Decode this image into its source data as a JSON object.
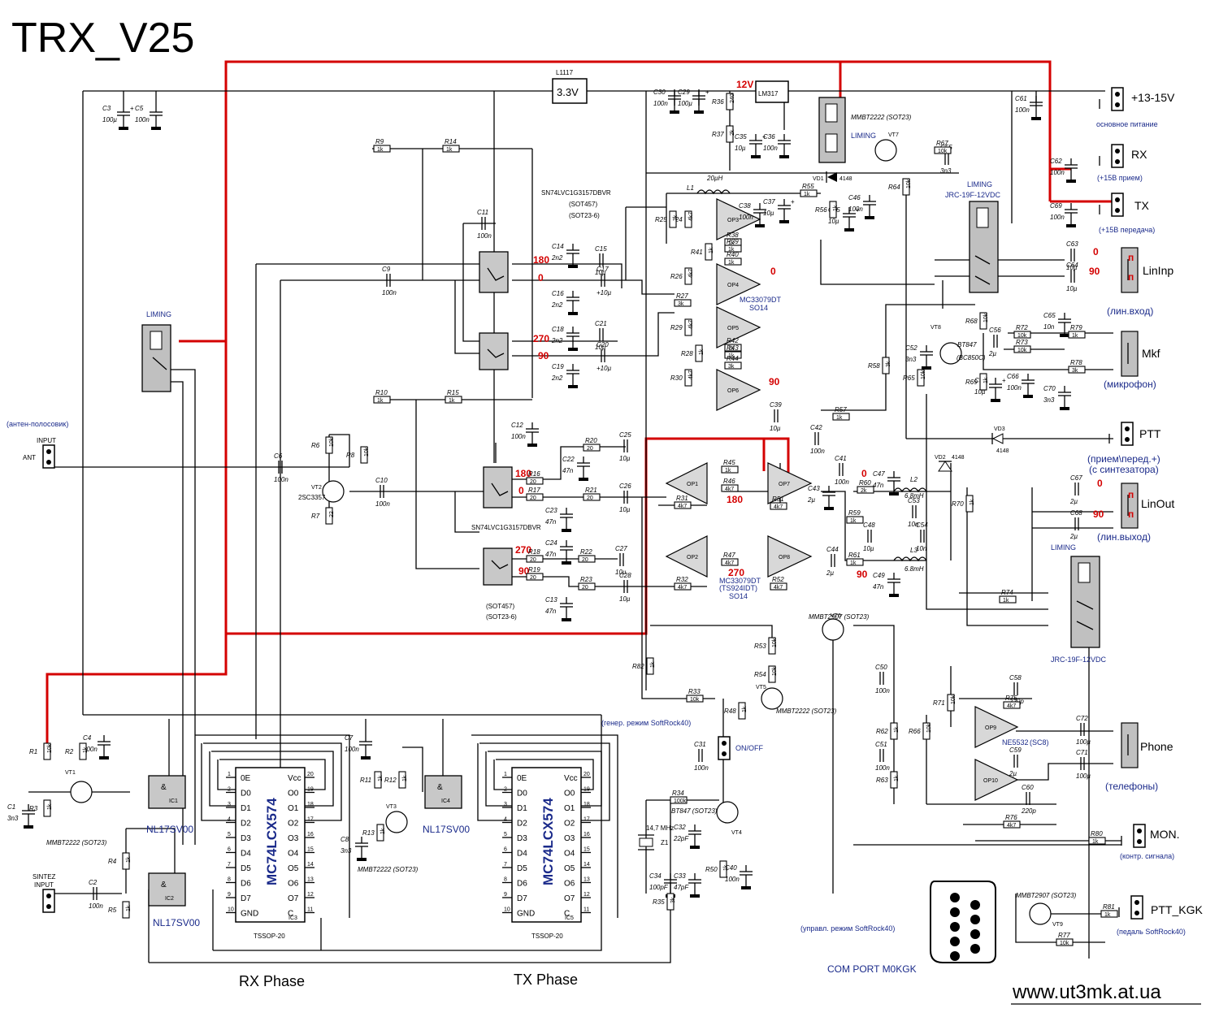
{
  "title": "TRX_V25",
  "website": "www.ut3mk.at.ua",
  "bottom_labels": {
    "rx_phase": "RX Phase",
    "tx_phase": "TX Phase",
    "com_port": "COM PORT M0KGK"
  },
  "ics": {
    "ic3": {
      "name": "MC74LCX574",
      "ref": "IC3",
      "pkg": "TSSOP-20"
    },
    "ic5": {
      "name": "MC74LCX574",
      "ref": "IC5",
      "pkg": "TSSOP-20"
    },
    "ic1": {
      "ref": "IC1",
      "part": "NL17SV00"
    },
    "ic2": {
      "ref": "IC2",
      "part": "NL17SV00"
    },
    "ic4": {
      "ref": "IC4",
      "part": "NL17SV00"
    }
  },
  "latch_left_pins": [
    "0E",
    "D0",
    "D1",
    "D2",
    "D3",
    "D4",
    "D5",
    "D6",
    "D7",
    "GND"
  ],
  "latch_right_pins": [
    "Vcc",
    "O0",
    "O1",
    "O2",
    "O3",
    "O4",
    "O5",
    "O6",
    "O7",
    "C"
  ],
  "latch_left_nums": [
    "1",
    "2",
    "3",
    "4",
    "5",
    "6",
    "7",
    "8",
    "9",
    "10"
  ],
  "latch_right_nums": [
    "20",
    "19",
    "18",
    "17",
    "16",
    "15",
    "14",
    "13",
    "12",
    "11"
  ],
  "parts": {
    "reg_l1117": "L1117",
    "reg_3v3": "3.3V",
    "reg_lm317": "LM317",
    "v12": "12V",
    "mux_top": "SN74LVC1G3157DBVR",
    "mux_top_pkg1": "(SOT457)",
    "mux_top_pkg2": "(SOT23-6)",
    "mux_mid": "SN74LVC1G3157DBVR",
    "mux_bot_pkg1": "(SOT457)",
    "mux_bot_pkg2": "(SOT23-6)",
    "liming": "LIMING",
    "jrc_relay": "JRC-19F-12VDC",
    "mc33079_1": "MC33079DT",
    "so14": "SO14",
    "mc33079_2": "MC33079DT",
    "ts924": "(TS924IDT)",
    "ne5532": "NE5532",
    "sc8": "(SC8)",
    "mmbt2222": "MMBT2222 (SOT23)",
    "mmbt2907": "MMBT2907 (SOT23)",
    "bt847": "BT847",
    "bc850": "(BC850C)",
    "bt847_sot": "BT847 (SOT23)",
    "sc3357": "2SC3357",
    "crystal": "14,7 MHz",
    "crystal_ref": "Z1",
    "l1_val": "20µH",
    "l2_val": "6.8mH",
    "l3_val": "6.8mH",
    "d4148": "4148"
  },
  "phase": {
    "p180a": "180",
    "p0a": "0",
    "p270a": "270",
    "p90a": "90",
    "p0b": "0",
    "p90b": "90",
    "p180b": "180",
    "p0c": "0",
    "p270b": "270",
    "p90c": "90",
    "p180c": "180",
    "p270c": "270",
    "p90d": "90",
    "p0d": "0",
    "p90e": "90",
    "p0e": "0",
    "p90f": "90",
    "p0f": "0",
    "p90g": "90"
  },
  "connectors": [
    {
      "id": "vcc",
      "label": "+13-15V",
      "desc": "основное питание"
    },
    {
      "id": "rx",
      "label": "RX",
      "desc": "(+15В прием)"
    },
    {
      "id": "tx",
      "label": "TX",
      "desc": "(+15В передача)"
    },
    {
      "id": "lininp",
      "label": "LinInp",
      "desc": "(лин.вход)"
    },
    {
      "id": "mkf",
      "label": "Mkf",
      "desc": "(микрофон)"
    },
    {
      "id": "ptt",
      "label": "PTT",
      "desc": "(прием\\перед.+)"
    },
    {
      "id": "ptt2",
      "label": "",
      "desc": "(с синтезатора)"
    },
    {
      "id": "linout",
      "label": "LinOut",
      "desc": "(лин.выход)"
    },
    {
      "id": "phone",
      "label": "Phone",
      "desc": "(телефоны)"
    },
    {
      "id": "mon",
      "label": "MON.",
      "desc": "(контр. сигнала)"
    },
    {
      "id": "pttkgk",
      "label": "PTT_KGK",
      "desc": "(педаль SoftRock40)"
    }
  ],
  "left_labels": {
    "antenna_desc": "(антен-полосовик)",
    "input": "INPUT",
    "ant": "ANT",
    "sintez1": "SINTEZ",
    "sintez2": "INPUT",
    "gen_mode": "(генер. режим SoftRock40)",
    "onoff": "ON/OFF",
    "ctrl_mode": "(управл. режим SoftRock40)"
  },
  "pin_letters": {
    "l1": "п",
    "l2": "п",
    "l3": "п",
    "l4": "п"
  },
  "cap_labels": [
    [
      "C3",
      "100µ"
    ],
    [
      "C5",
      "100n"
    ],
    [
      "C30",
      "100n"
    ],
    [
      "C29",
      "100µ"
    ],
    [
      "C35",
      "10µ"
    ],
    [
      "C36",
      "100n"
    ],
    [
      "C61",
      "100n"
    ],
    [
      "C62",
      "100n"
    ],
    [
      "C55",
      "3n3"
    ],
    [
      "C69",
      "100n"
    ],
    [
      "C11",
      "100n"
    ],
    [
      "C9",
      "100n"
    ],
    [
      "C14",
      "2n2"
    ],
    [
      "C15",
      "10µ"
    ],
    [
      "C16",
      "2n2"
    ],
    [
      "C17",
      "+10µ"
    ],
    [
      "C18",
      "2n2"
    ],
    [
      "C21",
      "10µ"
    ],
    [
      "C19",
      "2n2"
    ],
    [
      "C20",
      "+10µ"
    ],
    [
      "C38",
      "100n"
    ],
    [
      "C37",
      "10µ"
    ],
    [
      "C45",
      "10µ"
    ],
    [
      "C46",
      "100n"
    ],
    [
      "C63",
      "10µ"
    ],
    [
      "C64",
      "10µ"
    ],
    [
      "C65",
      "10n"
    ],
    [
      "C56",
      "2µ"
    ],
    [
      "C52",
      "3n3"
    ],
    [
      "C57",
      "10µ"
    ],
    [
      "C66",
      "100n"
    ],
    [
      "C70",
      "3n3"
    ],
    [
      "C12",
      "100n"
    ],
    [
      "C39",
      "10µ"
    ],
    [
      "C42",
      "100n"
    ],
    [
      "C6",
      "100n"
    ],
    [
      "C10",
      "100n"
    ],
    [
      "C25",
      "10µ"
    ],
    [
      "C22",
      "47n"
    ],
    [
      "C26",
      "10µ"
    ],
    [
      "C23",
      "47n"
    ],
    [
      "C24",
      "47n"
    ],
    [
      "C27",
      "10µ"
    ],
    [
      "C28",
      "10µ"
    ],
    [
      "C13",
      "47n"
    ],
    [
      "C41",
      "100n"
    ],
    [
      "C43",
      "2µ"
    ],
    [
      "C47",
      "47n"
    ],
    [
      "C53",
      "10n"
    ],
    [
      "C67",
      "2µ"
    ],
    [
      "C68",
      "2µ"
    ],
    [
      "C48",
      "10µ"
    ],
    [
      "C54",
      "10n"
    ],
    [
      "C44",
      "2µ"
    ],
    [
      "C49",
      "47n"
    ],
    [
      "C4",
      "100n"
    ],
    [
      "C7",
      "100n"
    ],
    [
      "C1",
      "3n3"
    ],
    [
      "C8",
      "3n3"
    ],
    [
      "C2",
      "100n"
    ],
    [
      "C31",
      "100n"
    ],
    [
      "C32",
      "22pF"
    ],
    [
      "C34",
      "100pF"
    ],
    [
      "C33",
      "47pF"
    ],
    [
      "C40",
      "100n"
    ],
    [
      "C50",
      "100n"
    ],
    [
      "C51",
      "100n"
    ],
    [
      "C58",
      "220p"
    ],
    [
      "C59",
      "2µ"
    ],
    [
      "C60",
      "220p"
    ],
    [
      "C72",
      "100µ"
    ],
    [
      "C71",
      "100µ"
    ]
  ],
  "res_labels": [
    [
      "R9",
      "1k"
    ],
    [
      "R14",
      "1k"
    ],
    [
      "R10",
      "1k"
    ],
    [
      "R15",
      "1k"
    ],
    [
      "R36",
      "240"
    ],
    [
      "R37",
      "2k"
    ],
    [
      "R67",
      "10k"
    ],
    [
      "R64",
      "10k"
    ],
    [
      "R55",
      "1k"
    ],
    [
      "R56",
      "1k"
    ],
    [
      "R24",
      "4k7"
    ],
    [
      "R25",
      "3k"
    ],
    [
      "R38",
      "1k"
    ],
    [
      "R41",
      "1k"
    ],
    [
      "R39",
      "1k"
    ],
    [
      "R40",
      "1k"
    ],
    [
      "R26",
      "4k7"
    ],
    [
      "R27",
      "3k"
    ],
    [
      "R29",
      "4k7"
    ],
    [
      "R42",
      "1k"
    ],
    [
      "R28",
      "1k"
    ],
    [
      "R43",
      "1k"
    ],
    [
      "R44",
      "3k"
    ],
    [
      "R30",
      "4k7"
    ],
    [
      "R72",
      "10k"
    ],
    [
      "R79",
      "1k"
    ],
    [
      "R73",
      "10k"
    ],
    [
      "R78",
      "3k"
    ],
    [
      "R68",
      "10k"
    ],
    [
      "R65",
      "10k"
    ],
    [
      "R58",
      "3k"
    ],
    [
      "R69",
      "1k"
    ],
    [
      "R57",
      "1k"
    ],
    [
      "R6",
      "10k"
    ],
    [
      "R8",
      "10k"
    ],
    [
      "R7",
      "22"
    ],
    [
      "R20",
      "20"
    ],
    [
      "R16",
      "20"
    ],
    [
      "R17",
      "20"
    ],
    [
      "R21",
      "20"
    ],
    [
      "R18",
      "20"
    ],
    [
      "R22",
      "20"
    ],
    [
      "R19",
      "20"
    ],
    [
      "R23",
      "20"
    ],
    [
      "R45",
      "1k"
    ],
    [
      "R46",
      "4k7"
    ],
    [
      "R31",
      "4k7"
    ],
    [
      "R51",
      "4k7"
    ],
    [
      "R60",
      "2k"
    ],
    [
      "R59",
      "1k"
    ],
    [
      "R70",
      "1k"
    ],
    [
      "R47",
      "4k7"
    ],
    [
      "R32",
      "4k7"
    ],
    [
      "R52",
      "4k7"
    ],
    [
      "R61",
      "1k"
    ],
    [
      "R74",
      "1k"
    ],
    [
      "R53",
      "10k"
    ],
    [
      "R54",
      "10k"
    ],
    [
      "R82",
      "1k"
    ],
    [
      "R33",
      "10k"
    ],
    [
      "R48",
      "1k"
    ],
    [
      "R1",
      "10k"
    ],
    [
      "R2",
      "1k"
    ],
    [
      "R3",
      "1k"
    ],
    [
      "R4",
      "1k"
    ],
    [
      "R5",
      "1k"
    ],
    [
      "R11",
      "1k"
    ],
    [
      "R12",
      "1k"
    ],
    [
      "R13",
      "1k"
    ],
    [
      "R34",
      "100k"
    ],
    [
      "R35",
      "3k"
    ],
    [
      "R50",
      "1k"
    ],
    [
      "R62",
      "1k"
    ],
    [
      "R63",
      "1k"
    ],
    [
      "R71",
      "10k"
    ],
    [
      "R66",
      "10k"
    ],
    [
      "R75",
      "4k7"
    ],
    [
      "R76",
      "4k7"
    ],
    [
      "R80",
      "1k"
    ],
    [
      "R81",
      "1k"
    ],
    [
      "R77",
      "10k"
    ]
  ],
  "opamps": [
    "OP1",
    "OP2",
    "OP3",
    "OP4",
    "OP5",
    "OP6",
    "OP7",
    "OP8",
    "OP9",
    "OP10"
  ],
  "transistors": [
    "VT1",
    "VT2",
    "VT3",
    "VT4",
    "VT5",
    "VT6",
    "VT7",
    "VT8",
    "VT9"
  ],
  "diodes": [
    "VD1",
    "VD2",
    "VD3"
  ],
  "inductors": [
    "L1",
    "L2",
    "L3"
  ]
}
